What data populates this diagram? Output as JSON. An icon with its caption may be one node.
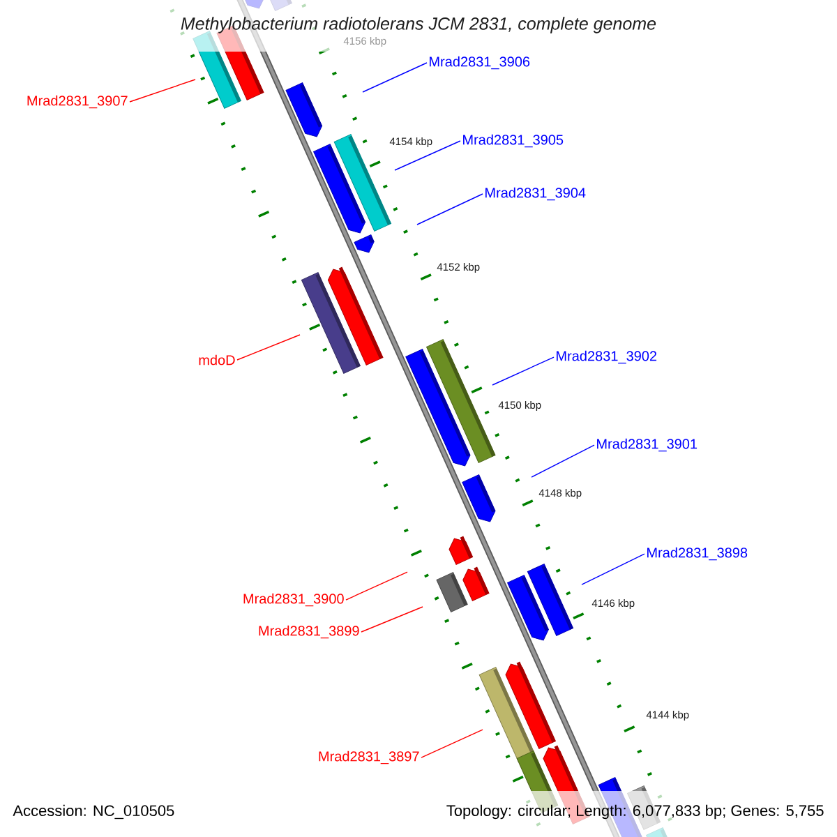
{
  "diagram": {
    "title": "Methylobacterium radiotolerans JCM 2831, complete genome",
    "nodes": [
      {
        "text": [
          "Mrad2831_3907"
        ]
      },
      {
        "text": [
          "Mrad2831_3906"
        ]
      },
      {
        "text": [
          "Mrad2831_3905"
        ]
      },
      {
        "text": [
          "Mrad2831_3904"
        ]
      },
      {
        "text": [
          "mdoD"
        ]
      },
      {
        "text": [
          "Mrad2831_3902"
        ]
      },
      {
        "text": [
          "Mrad2831_3901"
        ]
      },
      {
        "text": [
          "Mrad2831_3898"
        ]
      },
      {
        "text": [
          "Mrad2831_3900"
        ]
      },
      {
        "text": [
          "Mrad2831_3899"
        ]
      },
      {
        "text": [
          "Mrad2831_3897"
        ]
      }
    ],
    "edges": [
      {
        "from": 0,
        "to": null,
        "arrow": "none",
        "color": "#ff0000"
      },
      {
        "from": 1,
        "to": null,
        "arrow": "none"
      },
      {
        "from": 2,
        "to": null,
        "arrow": "none"
      },
      {
        "from": 3,
        "to": null,
        "arrow": "none"
      },
      {
        "from": 4,
        "to": null,
        "arrow": "none",
        "color": "#ff0000"
      },
      {
        "from": 5,
        "to": null,
        "arrow": "none"
      },
      {
        "from": 6,
        "to": null,
        "arrow": "none"
      },
      {
        "from": 7,
        "to": null,
        "arrow": "none"
      },
      {
        "from": 8,
        "to": null,
        "arrow": "none",
        "color": "#ff0000"
      },
      {
        "from": 9,
        "to": null,
        "arrow": "none",
        "color": "#ff0000"
      },
      {
        "from": 10,
        "to": null,
        "arrow": "none",
        "color": "#ff0000"
      }
    ],
    "labels": [
      "4156 kbp",
      "4154 kbp",
      "4152 kbp",
      "4150 kbp",
      "4148 kbp",
      "4146 kbp",
      "4144 kbp",
      "Accession: NC_010505",
      "Topology: circular; Length: 6,077,833 bp; Genes: 5,755"
    ]
  }
}
